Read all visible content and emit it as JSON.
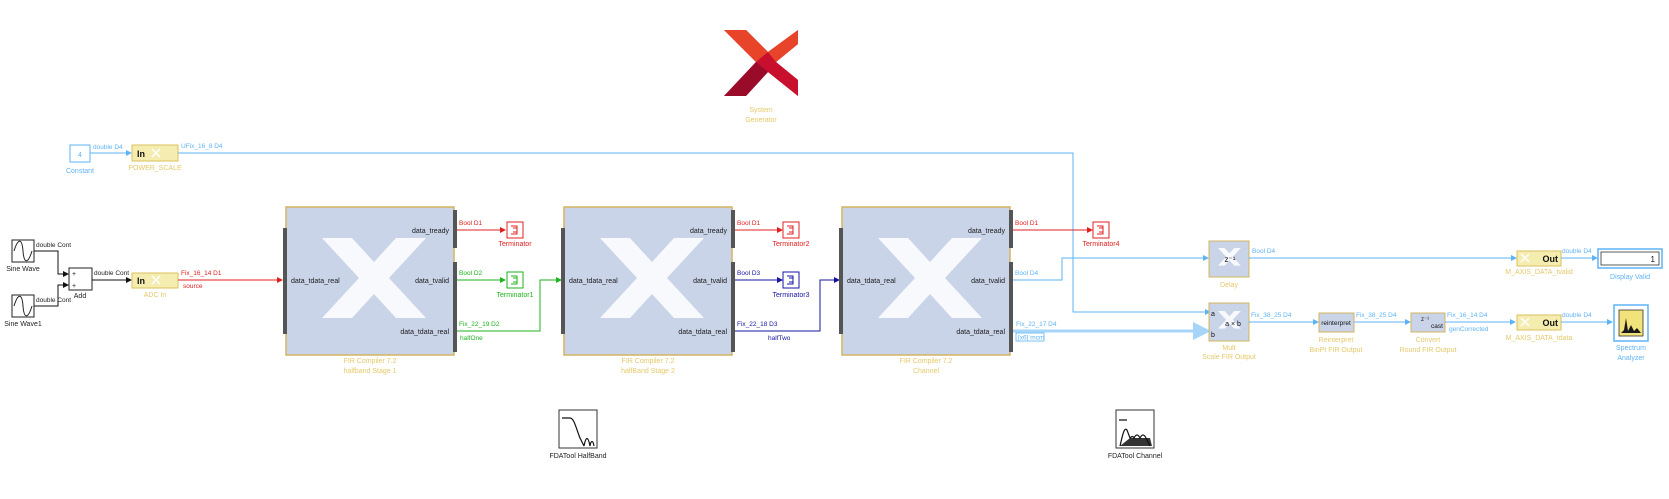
{
  "logo": {
    "line1": "System",
    "line2": "Generator"
  },
  "colors": {
    "blue": "#5fb3f5",
    "red": "#e02020",
    "green": "#1fb31f",
    "navy": "#1515a0",
    "gold": "#d9c25c",
    "fir_fill": "#c9d4e8",
    "fir_stroke": "#d4b460"
  },
  "blocks": {
    "constant": {
      "value": "4",
      "name": "Constant"
    },
    "power_scale": {
      "port": "In",
      "name": "POWER_SCALE"
    },
    "sine1": {
      "name": "Sine Wave"
    },
    "sine2": {
      "name": "Sine Wave1"
    },
    "add": {
      "plus1": "+",
      "plus2": "+",
      "name": "Add"
    },
    "adc_in": {
      "port": "In",
      "name": "ADC In"
    },
    "fir1": {
      "line1": "FIR Compiler 7.2",
      "line2": "halfband Stage 1"
    },
    "fir2": {
      "line1": "FIR Compiler 7.2",
      "line2": "halfBand Stage 2"
    },
    "fir3": {
      "line1": "FIR Compiler 7.2",
      "line2": "Channel"
    },
    "term": {
      "name": "Terminator"
    },
    "term1": {
      "name": "Terminator1"
    },
    "term2": {
      "name": "Terminator2"
    },
    "term3": {
      "name": "Terminator3"
    },
    "term4": {
      "name": "Terminator4"
    },
    "delay": {
      "name": "Delay"
    },
    "mult": {
      "line1": "Mult",
      "line2": "Scale FIR Output",
      "in_a": "a",
      "in_b": "b",
      "op": "a × b"
    },
    "reinterpret": {
      "text": "reinterpret",
      "line1": "Reinterpret",
      "line2": "BinPt FIR Output"
    },
    "convert": {
      "text": "cast",
      "line1": "Convert",
      "line2": "Round FIR Output"
    },
    "out_valid": {
      "port": "Out",
      "name": "M_AXIS_DATA_tvalid"
    },
    "out_data": {
      "port": "Out",
      "name": "M_AXIS_DATA_tdata"
    },
    "display": {
      "value": "1",
      "name": "Display Valid"
    },
    "spectrum": {
      "line1": "Spectrum",
      "line2": "Analyzer"
    },
    "fda_half": {
      "name": "FDATool HalfBand"
    },
    "fda_chan": {
      "name": "FDATool Channel"
    }
  },
  "ports": {
    "tready": "data_tready",
    "tvalid": "data_tvalid",
    "tdata_out": "data_tdata_real",
    "tdata_in": "data_tdata_real"
  },
  "signals": {
    "const_out": "double D4",
    "power_out": "UFix_16_8 D4",
    "sine1_out": "double Cont",
    "sine2_out": "double Cont",
    "add_out": "double Cont",
    "adc_out": "Fix_16_14 D1",
    "adc_tag": "source",
    "f1_tready": "Bool D1",
    "f1_tvalid": "Bool D2",
    "f1_tdata": "Fix_22_19 D2",
    "f1_tag": "halfOne",
    "f2_tready": "Bool D1",
    "f2_tvalid": "Bool D3",
    "f2_tdata": "Fix_22_18 D3",
    "f2_tag": "halfTwo",
    "f3_tready": "Bool D1",
    "f3_tvalid": "Bool D4",
    "f3_tdata": "Fix_22_17 D4",
    "f3_tag": "[x6] mcm",
    "delay_out": "Bool D4",
    "mult_out": "Fix_38_25 D4",
    "reint_out": "Fix_38_25 D4",
    "conv_out": "Fix_16_14 D4",
    "conv_tag": "genCorrected",
    "valid_out": "double D4",
    "data_out": "double D4"
  }
}
